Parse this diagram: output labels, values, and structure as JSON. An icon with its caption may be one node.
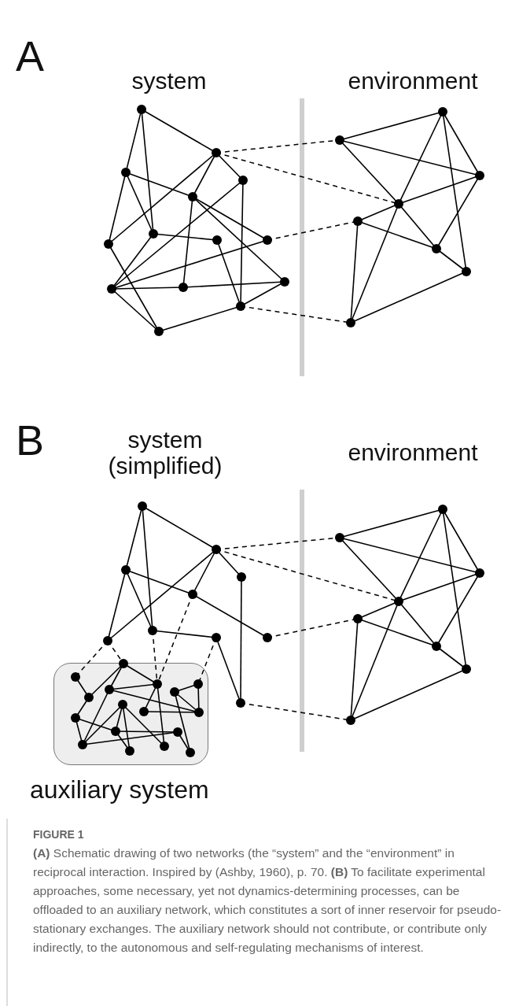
{
  "diagram": {
    "caption": "**(A)** Schematic drawing of two networks (the “system” and the “environment” in reciprocal interaction. Inspired by (Ashby, 1960), p. 70. **(B)** To facilitate experimental approaches, some necessary, yet not dynamics-determining processes, can be offloaded to an auxiliary network, which constitutes a sort of inner reservoir for pseudo-stationary exchanges. The auxiliary network should not contribute, or contribute only indirectly, to the autonomous and self-regulating mechanisms of interest.",
    "nodes": [
      {
        "text": [
          "auxiliary system"
        ]
      }
    ],
    "labels": [
      "A",
      "system",
      "environment",
      "B",
      "system (simplified)",
      "environment",
      "FIGURE 1"
    ]
  }
}
